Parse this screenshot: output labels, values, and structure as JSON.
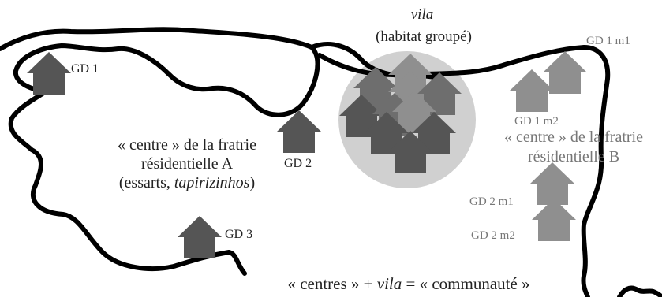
{
  "labels": {
    "vila_title": "vila",
    "vila_subtitle": "(habitat groupé)",
    "gd1": "GD 1",
    "gd2": "GD 2",
    "gd3": "GD 3",
    "gd1m1": "GD 1 m1",
    "gd1m2": "GD 1 m2",
    "gd2m1": "GD 2 m1",
    "gd2m2": "GD 2 m2",
    "centreA_line1": "« centre » de la fratrie",
    "centreA_line2": "résidentielle A",
    "centreA_line3_pre": "(essarts, ",
    "centreA_line3_italic": "tapirizinhos",
    "centreA_line3_post": ")",
    "centreB_line1": "« centre » de la fratrie",
    "centreB_line2": "résidentielle B",
    "bottom_pre": "« centres » + ",
    "bottom_italic": "vila",
    "bottom_post": " = « communauté »"
  },
  "colors": {
    "river": "#000000",
    "house_dark": "#555555",
    "house_mid": "#6e6e6e",
    "house_light": "#8f8f8f",
    "vila_circle": "#d0d0d0",
    "text_dark": "#222222",
    "text_gray": "#777777"
  }
}
